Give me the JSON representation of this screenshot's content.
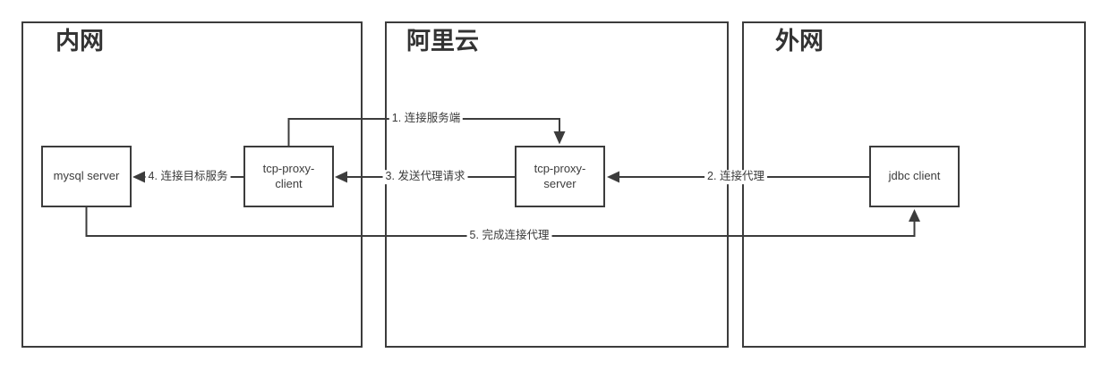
{
  "diagram": {
    "type": "architecture-flow",
    "panels": [
      {
        "id": "intranet",
        "title": "内网"
      },
      {
        "id": "aliyun",
        "title": "阿里云"
      },
      {
        "id": "extranet",
        "title": "外网"
      }
    ],
    "nodes": [
      {
        "id": "mysql-server",
        "label": "mysql server",
        "panel": "intranet"
      },
      {
        "id": "tcp-proxy-client",
        "label": "tcp-proxy-\nclient",
        "panel": "intranet"
      },
      {
        "id": "tcp-proxy-server",
        "label": "tcp-proxy-\nserver",
        "panel": "aliyun"
      },
      {
        "id": "jdbc-client",
        "label": "jdbc client",
        "panel": "extranet"
      }
    ],
    "edges": [
      {
        "label": "1. 连接服务端",
        "from": "tcp-proxy-client",
        "to": "tcp-proxy-server"
      },
      {
        "label": "2. 连接代理",
        "from": "jdbc-client",
        "to": "tcp-proxy-server"
      },
      {
        "label": "3. 发送代理请求",
        "from": "tcp-proxy-server",
        "to": "tcp-proxy-client"
      },
      {
        "label": "4. 连接目标服务",
        "from": "tcp-proxy-client",
        "to": "mysql-server"
      },
      {
        "label": "5. 完成连接代理",
        "from": "mysql-server",
        "to": "jdbc-client"
      }
    ],
    "colors": {
      "stroke": "#3c3c3c",
      "text": "#3a3a3a",
      "title": "#333333",
      "background": "#ffffff"
    }
  }
}
